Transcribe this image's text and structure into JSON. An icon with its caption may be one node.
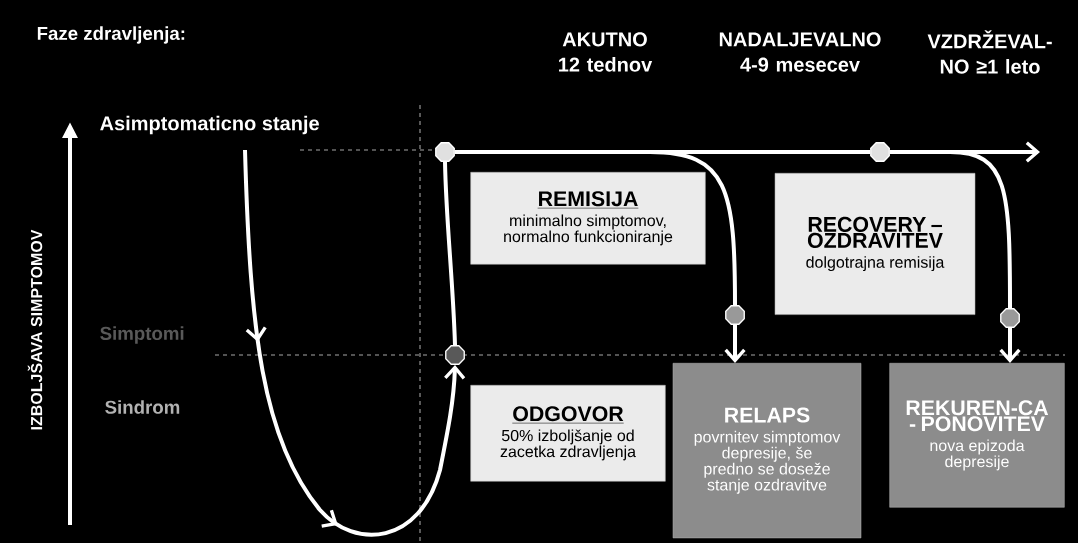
{
  "diagram": {
    "nodes": [
      {
        "text": [
          "REMISIJA",
          "minimalno simptomov, normalno funkcioniranje"
        ]
      },
      {
        "text": [
          "RECOVERY – OZDRAVITEV",
          "dolgotrajna remisija"
        ]
      },
      {
        "text": [
          "ODGOVOR",
          "50% izboljšanje od zacetka zdravljenja"
        ]
      },
      {
        "text": [
          "RELAPS",
          "povrnitev simptomov depresije, še predno se doseže stanje ozdravitve"
        ]
      },
      {
        "text": [
          "REKUREN-CA - PONOVITEV",
          "nova epizoda depresije"
        ]
      },
      {
        "text": [],
        "shape": "octagon"
      },
      {
        "text": [],
        "shape": "octagon"
      },
      {
        "text": [],
        "shape": "octagon"
      },
      {
        "text": [],
        "shape": "octagon"
      },
      {
        "text": [],
        "shape": "octagon"
      }
    ],
    "edges": [
      {
        "from": null,
        "to": 5,
        "arrow": "to"
      },
      {
        "from": 5,
        "to": 6,
        "arrow": "none"
      },
      {
        "from": 6,
        "to": 8,
        "arrow": "none"
      },
      {
        "from": 8,
        "to": null,
        "arrow": "to"
      },
      {
        "from": 6,
        "to": 7,
        "arrow": "none"
      },
      {
        "from": 7,
        "to": 3,
        "arrow": "to"
      },
      {
        "from": 8,
        "to": 9,
        "arrow": "none"
      },
      {
        "from": 9,
        "to": 4,
        "arrow": "to"
      }
    ],
    "labels": [
      "Faze zdravljenja:",
      "AKUTNO 12 tednov",
      "NADALJEVALNO 4-9 mesecev",
      "VZDRŽEVAL- NO ≥1 leto",
      "Asimptomaticno stanje",
      "Simptomi",
      "Sindrom",
      "IZBOLJŠAVA SIMPTOMOV"
    ]
  }
}
